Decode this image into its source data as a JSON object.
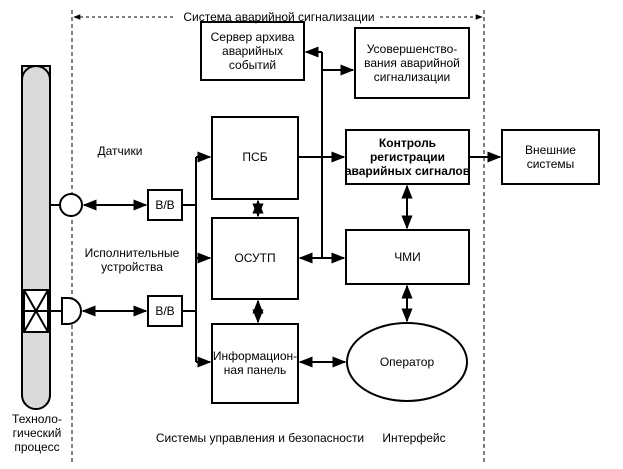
{
  "diagram": {
    "title": "Система аварийной сигнализации",
    "process_label": "Техноло-\nгический\nпроцесс",
    "sensors_label": "Датчики",
    "actuators_label": "Исполнительные\nустройства",
    "io_top": "В/В",
    "io_bottom": "В/В",
    "server_box": "Сервер архива\nаварийных\nсобытий",
    "improve_box": "Усовершенство-\nвания аварийной\nсигнализации",
    "psb_box": "ПСБ",
    "control_box": "Контроль\nрегистрации\nаварийных сигналов",
    "external_box": "Внешние\nсистемы",
    "osutp_box": "ОСУТП",
    "hmi_box": "ЧМИ",
    "info_panel_box": "Информацион-\nная панель",
    "operator_ellipse": "Оператор",
    "bottom_label_control": "Системы управления и безопасности",
    "bottom_label_interface": "Интерфейс"
  }
}
